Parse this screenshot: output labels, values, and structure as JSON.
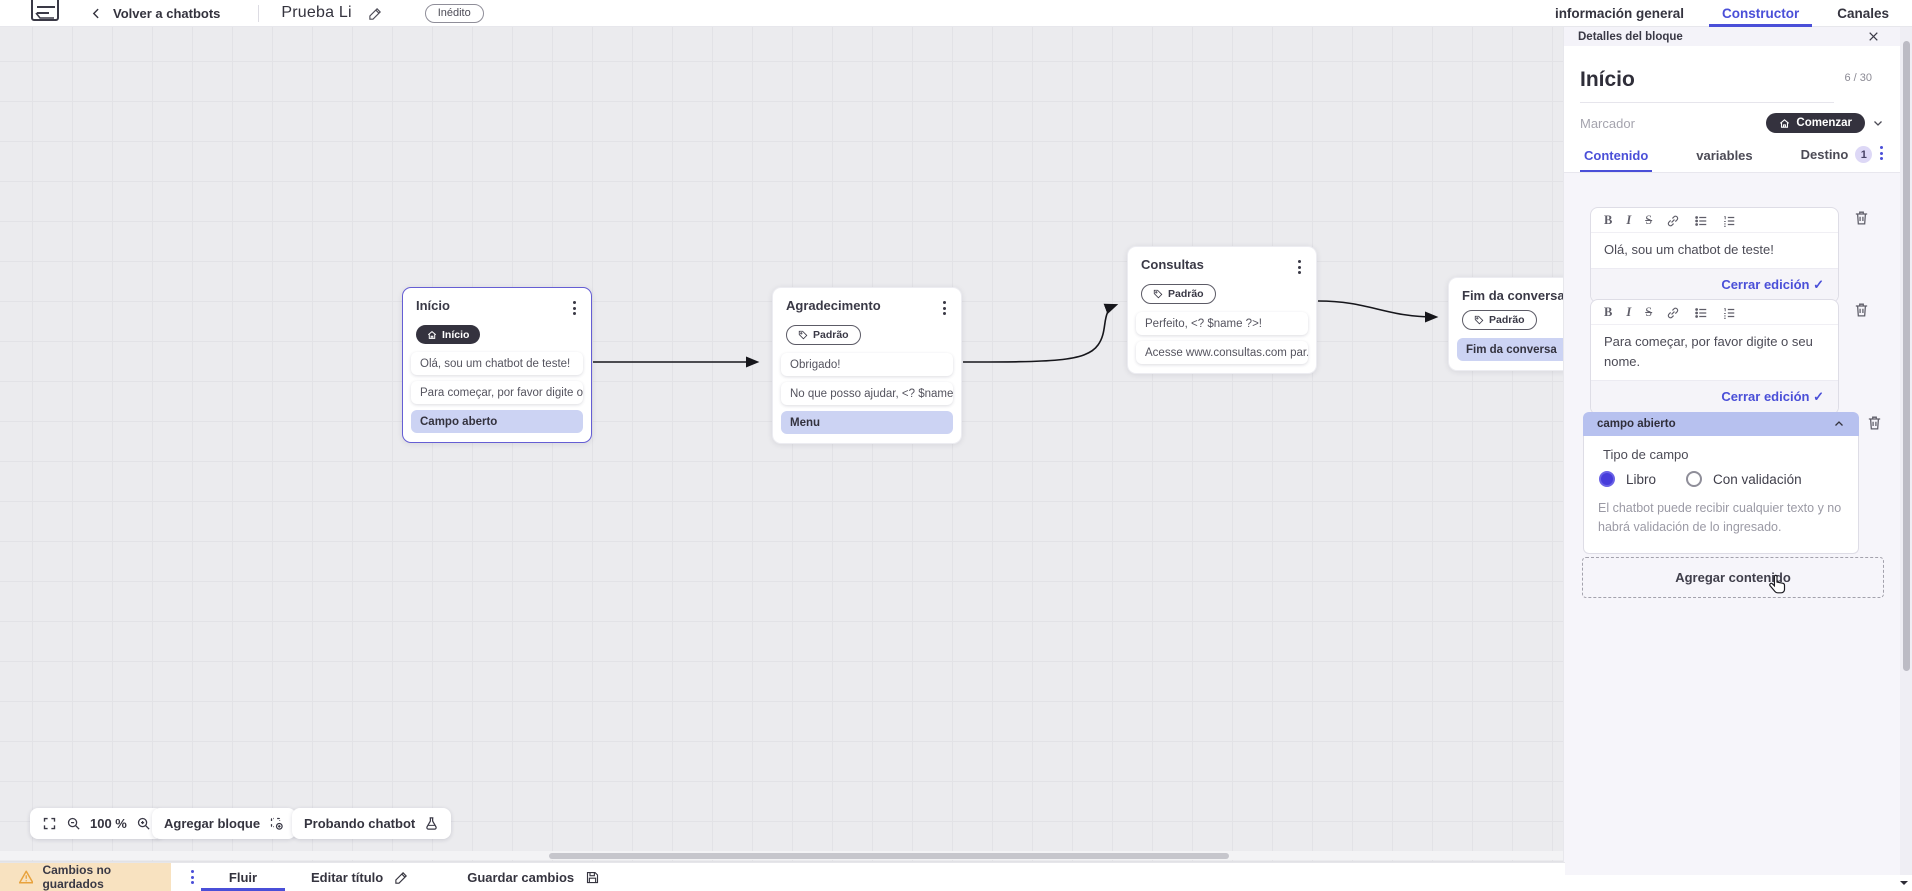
{
  "topbar": {
    "back_label": "Volver a chatbots",
    "bot_title": "Prueba Li",
    "status_badge": "Inédito",
    "tabs": [
      {
        "label": "información general"
      },
      {
        "label": "Constructor"
      },
      {
        "label": "Canales"
      }
    ]
  },
  "canvas": {
    "zoom_level": "100 %",
    "add_block_label": "Agregar bloque",
    "test_chatbot_label": "Probando chatbot",
    "nodes": [
      {
        "title": "Início",
        "badge": "Início",
        "items": [
          {
            "text": "Olá, sou um chatbot de teste!"
          },
          {
            "text": "Para começar, por favor digite o ..."
          },
          {
            "text": "Campo aberto",
            "type": "action"
          }
        ]
      },
      {
        "title": "Agradecimento",
        "badge": "Padrão",
        "items": [
          {
            "text": "Obrigado!"
          },
          {
            "text": "No que posso ajudar, <? $name ..."
          },
          {
            "text": "Menu",
            "type": "action"
          }
        ]
      },
      {
        "title": "Consultas",
        "badge": "Padrão",
        "items": [
          {
            "text": "Perfeito, <? $name ?>!"
          },
          {
            "text": "Acesse www.consultas.com par..."
          }
        ]
      },
      {
        "title": "Fim da conversa",
        "badge": "Padrão",
        "items": [
          {
            "text": "Fim da conversa",
            "type": "action"
          }
        ]
      }
    ]
  },
  "panel": {
    "header": "Detalles del bloque",
    "block_title": "Início",
    "title_counter": "6 / 30",
    "marker_label": "Marcador",
    "marker_value": "Comenzar",
    "tabs": [
      {
        "label": "Contenido"
      },
      {
        "label": "variables"
      },
      {
        "label": "Destino",
        "badge": "1"
      }
    ],
    "toolbar": {
      "bold": "B",
      "italic": "I",
      "strike": "S"
    },
    "editors": [
      {
        "text": "Olá, sou um chatbot de teste!",
        "close_label": "Cerrar edición",
        "check": "✓"
      },
      {
        "text": "Para começar, por favor digite o seu nome.",
        "close_label": "Cerrar edición",
        "check": "✓"
      }
    ],
    "open_field": {
      "header": "campo abierto",
      "type_label": "Tipo de campo",
      "options": [
        {
          "label": "Libro",
          "selected": true
        },
        {
          "label": "Con validación",
          "selected": false
        }
      ],
      "helper": "El chatbot puede recibir cualquier texto y no habrá validación de lo ingresado."
    },
    "add_content_label": "Agregar contenido"
  },
  "bottombar": {
    "unsaved_label": "Cambios no guardados",
    "flow_tab_label": "Fluir",
    "edit_title_label": "Editar título",
    "save_label": "Guardar cambios"
  },
  "colors": {
    "accent": "#4a4fd8",
    "dark_pill": "#34323e",
    "action_bar": "#ccd3f3",
    "field_header": "#b7c1ef",
    "warning_bg": "#f8e2c0",
    "warning_icon": "#e8a23c",
    "canvas_bg": "#ebebee"
  }
}
